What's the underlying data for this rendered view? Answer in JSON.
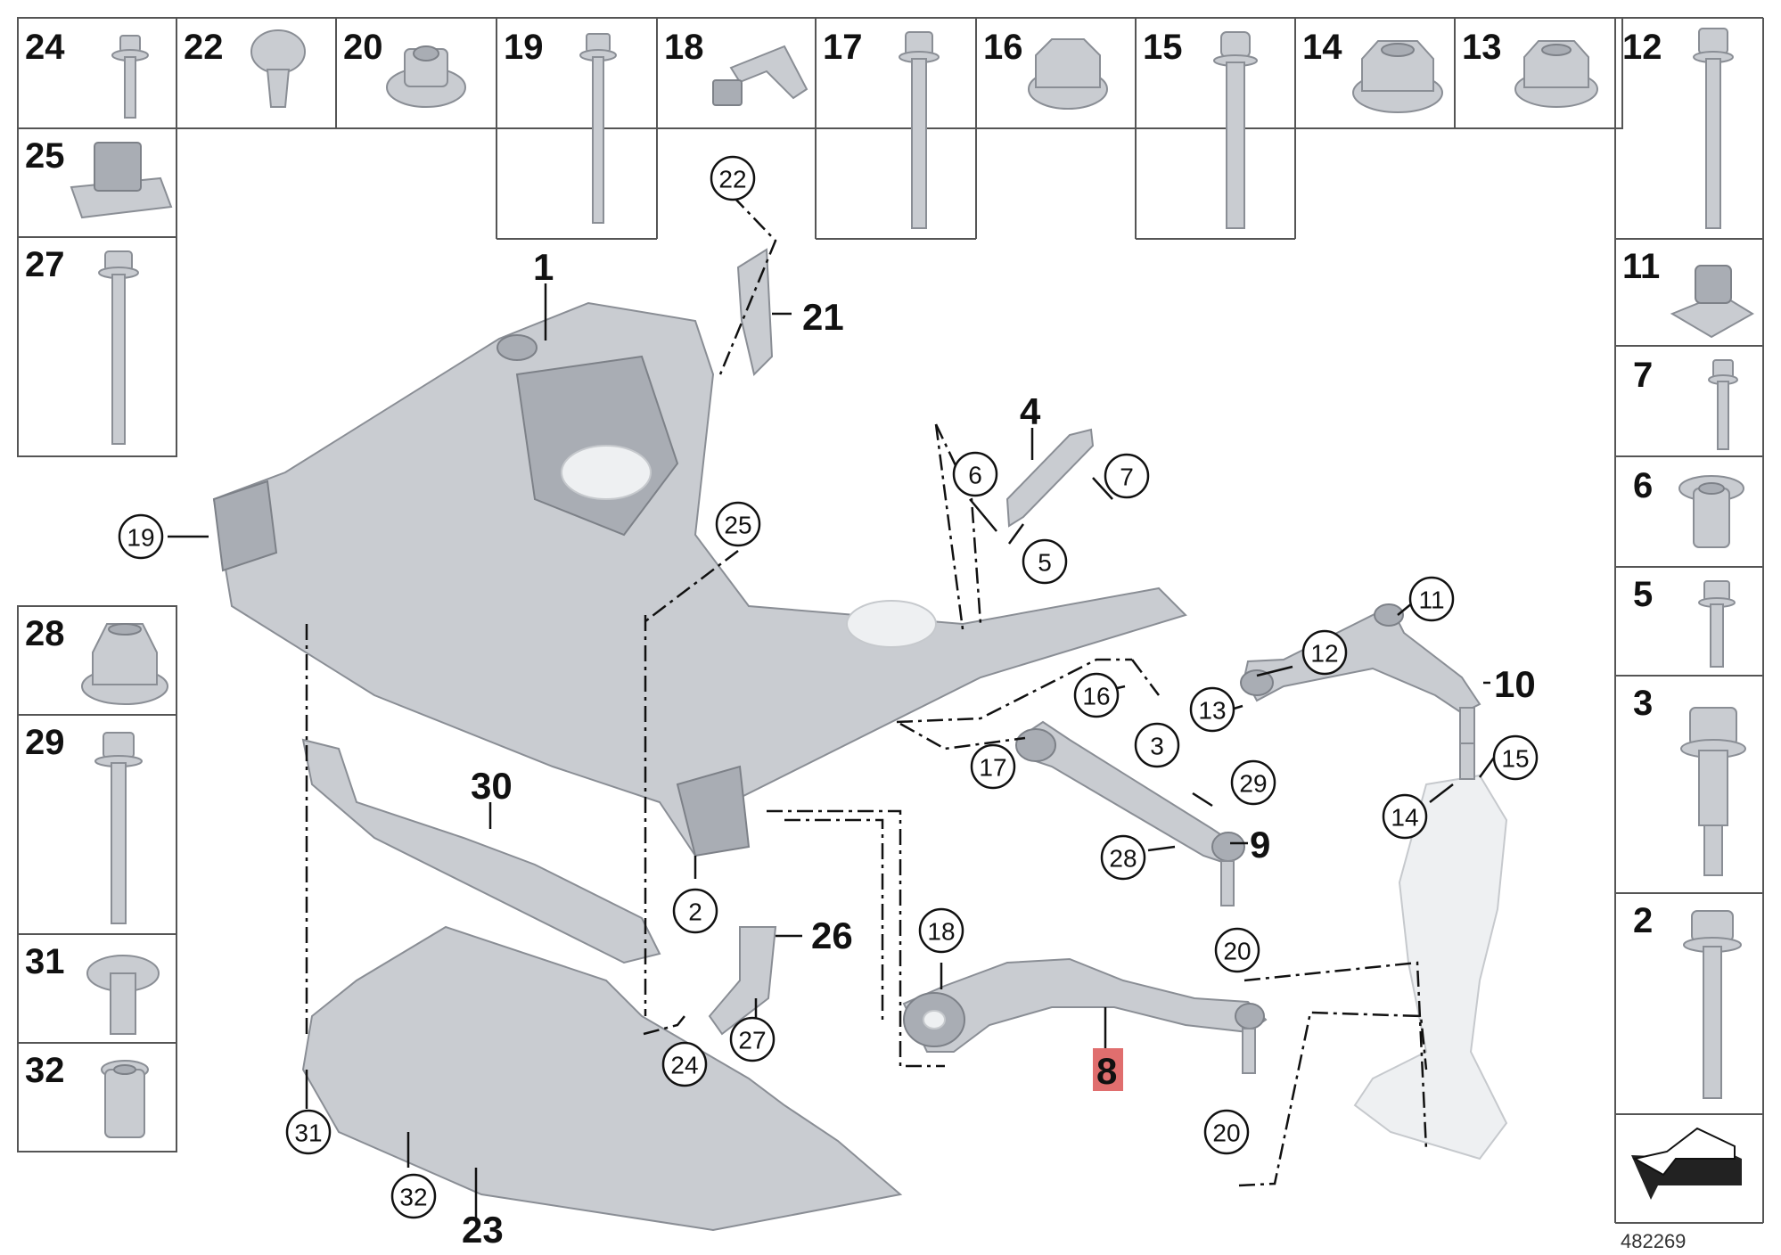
{
  "grid_cells": [
    {
      "label": "24",
      "part": "flange-bolt"
    },
    {
      "label": "22",
      "part": "expansion-rivet"
    },
    {
      "label": "20",
      "part": "collar-nut"
    },
    {
      "label": "19",
      "part": "long-bolt"
    },
    {
      "label": "18",
      "part": "bracket-clip"
    },
    {
      "label": "17",
      "part": "hex-bolt"
    },
    {
      "label": "16",
      "part": "hex-nut"
    },
    {
      "label": "15",
      "part": "torx-bolt"
    },
    {
      "label": "14",
      "part": "collar-nut"
    },
    {
      "label": "13",
      "part": "collar-nut"
    },
    {
      "label": "12",
      "part": "long-bolt"
    },
    {
      "label": "25",
      "part": "clip-nut"
    },
    {
      "label": "27",
      "part": "long-bolt"
    },
    {
      "label": "11",
      "part": "plate-nut"
    },
    {
      "label": "7",
      "part": "small-bolt"
    },
    {
      "label": "6",
      "part": "bushing"
    },
    {
      "label": "5",
      "part": "small-bolt"
    },
    {
      "label": "3",
      "part": "shoulder-bolt"
    },
    {
      "label": "2",
      "part": "long-bolt"
    },
    {
      "label": "28",
      "part": "hex-nut"
    },
    {
      "label": "29",
      "part": "long-bolt"
    },
    {
      "label": "31",
      "part": "screw"
    },
    {
      "label": "32",
      "part": "spacer"
    }
  ],
  "plain_labels": [
    "1",
    "21",
    "4",
    "10",
    "9",
    "26",
    "30",
    "23"
  ],
  "highlighted_label": "8",
  "callouts": [
    "22",
    "6",
    "7",
    "5",
    "19",
    "25",
    "11",
    "12",
    "13",
    "16",
    "3",
    "17",
    "29",
    "28",
    "15",
    "14",
    "2",
    "18",
    "20",
    "27",
    "24",
    "20",
    "31",
    "32"
  ],
  "reference_number": "482269",
  "colors": {
    "highlight": "#e06e6e",
    "part": "#c9ccd1",
    "line": "#111111"
  }
}
